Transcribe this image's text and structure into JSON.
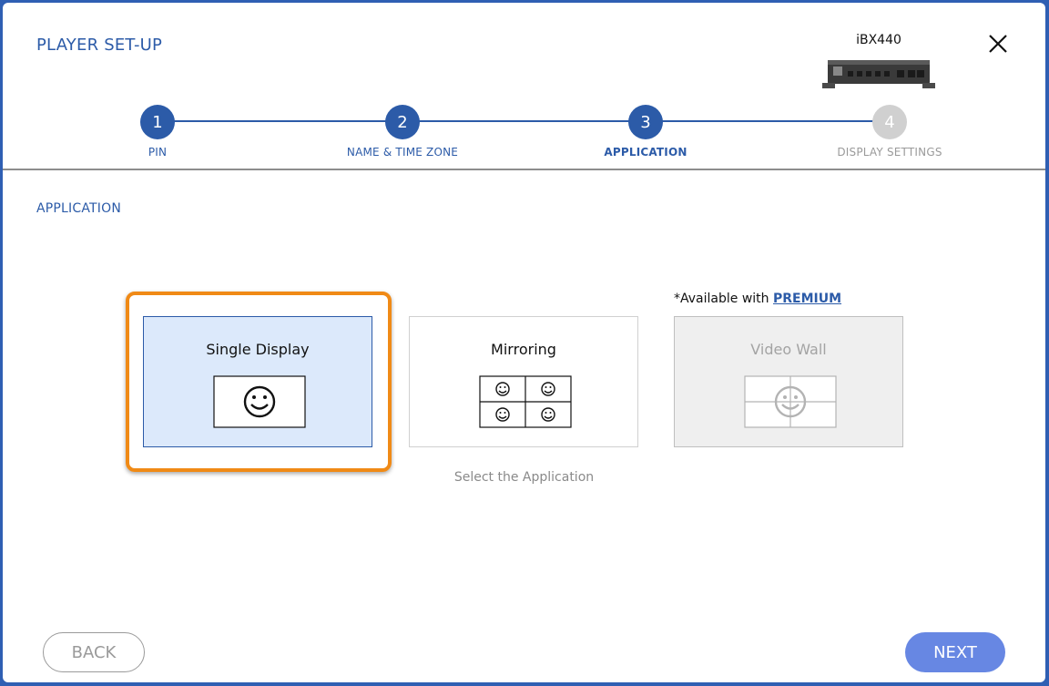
{
  "header": {
    "title": "PLAYER SET-UP",
    "device_label": "iBX440",
    "close_icon": "close-icon"
  },
  "stepper": {
    "steps": [
      {
        "number": "1",
        "label": "PIN",
        "state": "done"
      },
      {
        "number": "2",
        "label": "NAME & TIME ZONE",
        "state": "done"
      },
      {
        "number": "3",
        "label": "APPLICATION",
        "state": "active"
      },
      {
        "number": "4",
        "label": "DISPLAY SETTINGS",
        "state": "pending"
      }
    ]
  },
  "section": {
    "title": "APPLICATION"
  },
  "options": {
    "single": {
      "label": "Single Display",
      "selected": true
    },
    "mirroring": {
      "label": "Mirroring",
      "selected": false
    },
    "video_wall": {
      "label": "Video Wall",
      "disabled": true
    }
  },
  "premium_note": {
    "prefix": "*Available with ",
    "link": "PREMIUM"
  },
  "hint": "Select the Application",
  "footer": {
    "back_label": "BACK",
    "next_label": "NEXT"
  },
  "colors": {
    "primary": "#2c5ba8",
    "selection_ring": "#f08a16",
    "next_button": "#6787e3",
    "frame": "#2f5fb3"
  }
}
